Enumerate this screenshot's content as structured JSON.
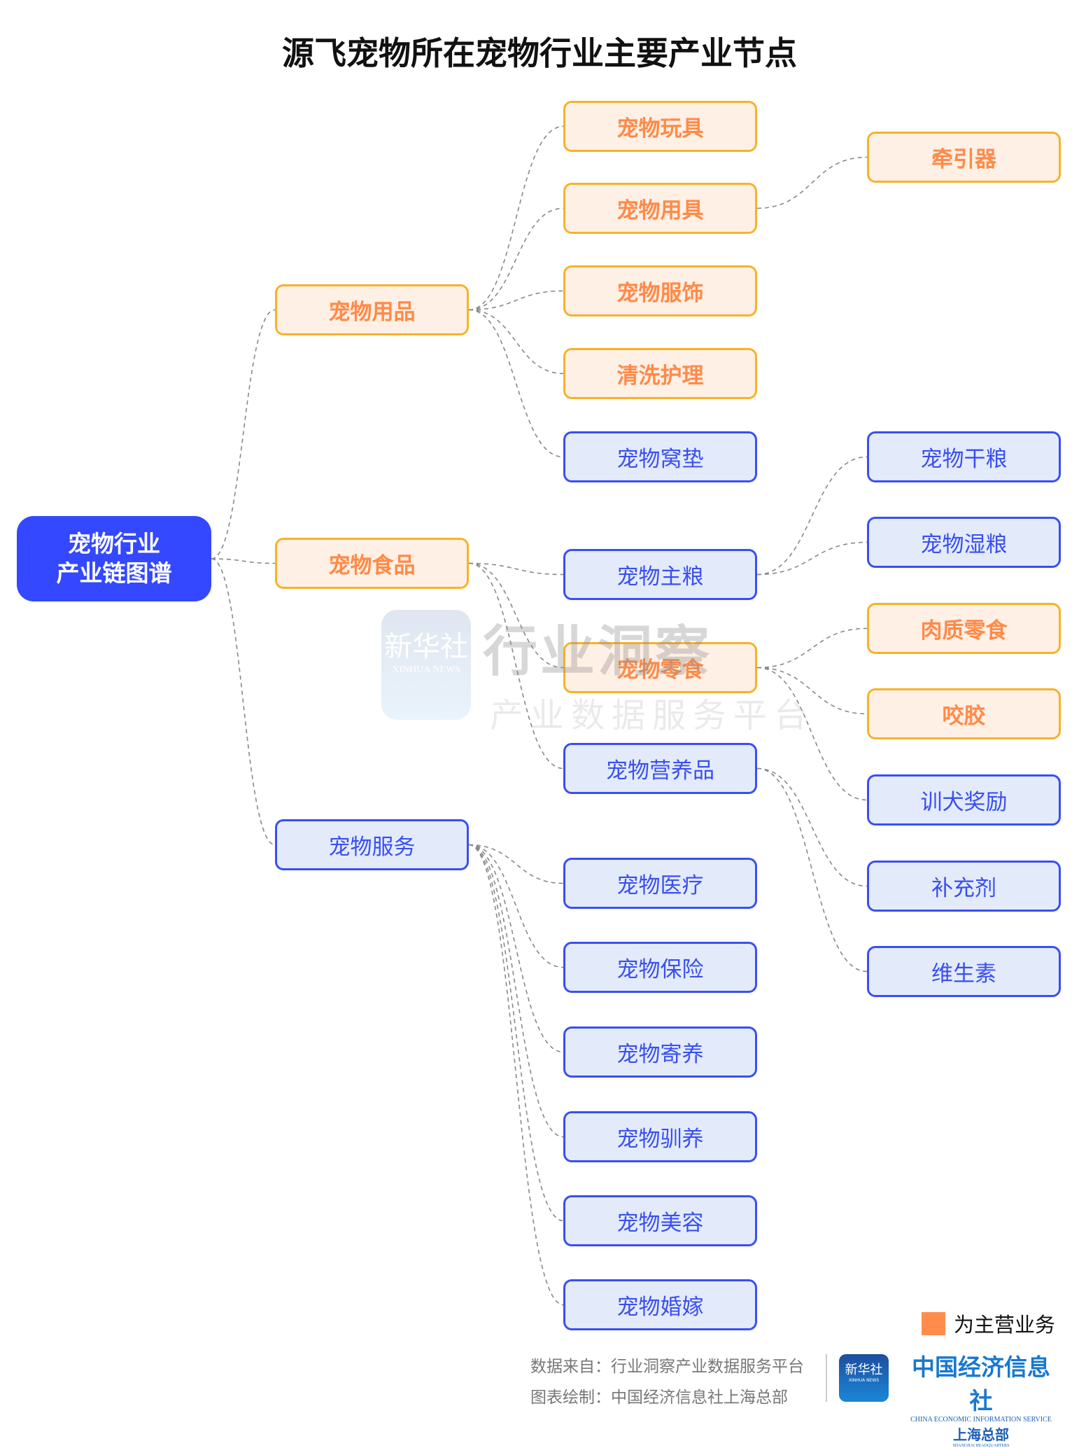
{
  "title": "源飞宠物所在宠物行业主要产业节点",
  "colors": {
    "main_business": "#ff8c4a",
    "main_border": "#f7b22a",
    "other": "#3a4ff0",
    "root": "#3348ff"
  },
  "tree": {
    "root": {
      "label_line1": "宠物行业",
      "label_line2": "产业链图谱"
    },
    "nodes": [
      {
        "id": "n1",
        "label": "宠物用品",
        "parent": "root",
        "main": true
      },
      {
        "id": "n2",
        "label": "宠物食品",
        "parent": "root",
        "main": true
      },
      {
        "id": "n3",
        "label": "宠物服务",
        "parent": "root",
        "main": false
      },
      {
        "id": "n11",
        "label": "宠物玩具",
        "parent": "n1",
        "main": true
      },
      {
        "id": "n12",
        "label": "宠物用具",
        "parent": "n1",
        "main": true
      },
      {
        "id": "n13",
        "label": "宠物服饰",
        "parent": "n1",
        "main": true
      },
      {
        "id": "n14",
        "label": "清洗护理",
        "parent": "n1",
        "main": true
      },
      {
        "id": "n15",
        "label": "宠物窝垫",
        "parent": "n1",
        "main": false
      },
      {
        "id": "n21",
        "label": "宠物主粮",
        "parent": "n2",
        "main": false
      },
      {
        "id": "n22",
        "label": "宠物零食",
        "parent": "n2",
        "main": true
      },
      {
        "id": "n23",
        "label": "宠物营养品",
        "parent": "n2",
        "main": false
      },
      {
        "id": "n31",
        "label": "宠物医疗",
        "parent": "n3",
        "main": false
      },
      {
        "id": "n32",
        "label": "宠物保险",
        "parent": "n3",
        "main": false
      },
      {
        "id": "n33",
        "label": "宠物寄养",
        "parent": "n3",
        "main": false
      },
      {
        "id": "n34",
        "label": "宠物驯养",
        "parent": "n3",
        "main": false
      },
      {
        "id": "n35",
        "label": "宠物美容",
        "parent": "n3",
        "main": false
      },
      {
        "id": "n36",
        "label": "宠物婚嫁",
        "parent": "n3",
        "main": false
      },
      {
        "id": "n121",
        "label": "牵引器",
        "parent": "n12",
        "main": true
      },
      {
        "id": "n211",
        "label": "宠物干粮",
        "parent": "n21",
        "main": false
      },
      {
        "id": "n212",
        "label": "宠物湿粮",
        "parent": "n21",
        "main": false
      },
      {
        "id": "n221",
        "label": "肉质零食",
        "parent": "n22",
        "main": true
      },
      {
        "id": "n222",
        "label": "咬胶",
        "parent": "n22",
        "main": true
      },
      {
        "id": "n223",
        "label": "训犬奖励",
        "parent": "n22",
        "main": false
      },
      {
        "id": "n231",
        "label": "补充剂",
        "parent": "n23",
        "main": false
      },
      {
        "id": "n232",
        "label": "维生素",
        "parent": "n23",
        "main": false
      }
    ]
  },
  "watermark": {
    "logo_cn": "新华社",
    "logo_en": "XINHUA NEWS",
    "line1": "行业洞察",
    "line2": "产业数据服务平台"
  },
  "legend": {
    "label": "为主营业务"
  },
  "footer": {
    "source": "数据来自：行业洞察产业数据服务平台",
    "made_by": "图表绘制：中国经济信息社上海总部",
    "xinhua_cn": "新华社",
    "xinhua_en": "XINHUA NEWS",
    "ceis_cn": "中国经济信息社",
    "ceis_en": "CHINA ECONOMIC INFORMATION SERVICE",
    "ceis_hq": "上海总部",
    "ceis_hq_en": "SHANGHAI HEADQUARTERS"
  }
}
